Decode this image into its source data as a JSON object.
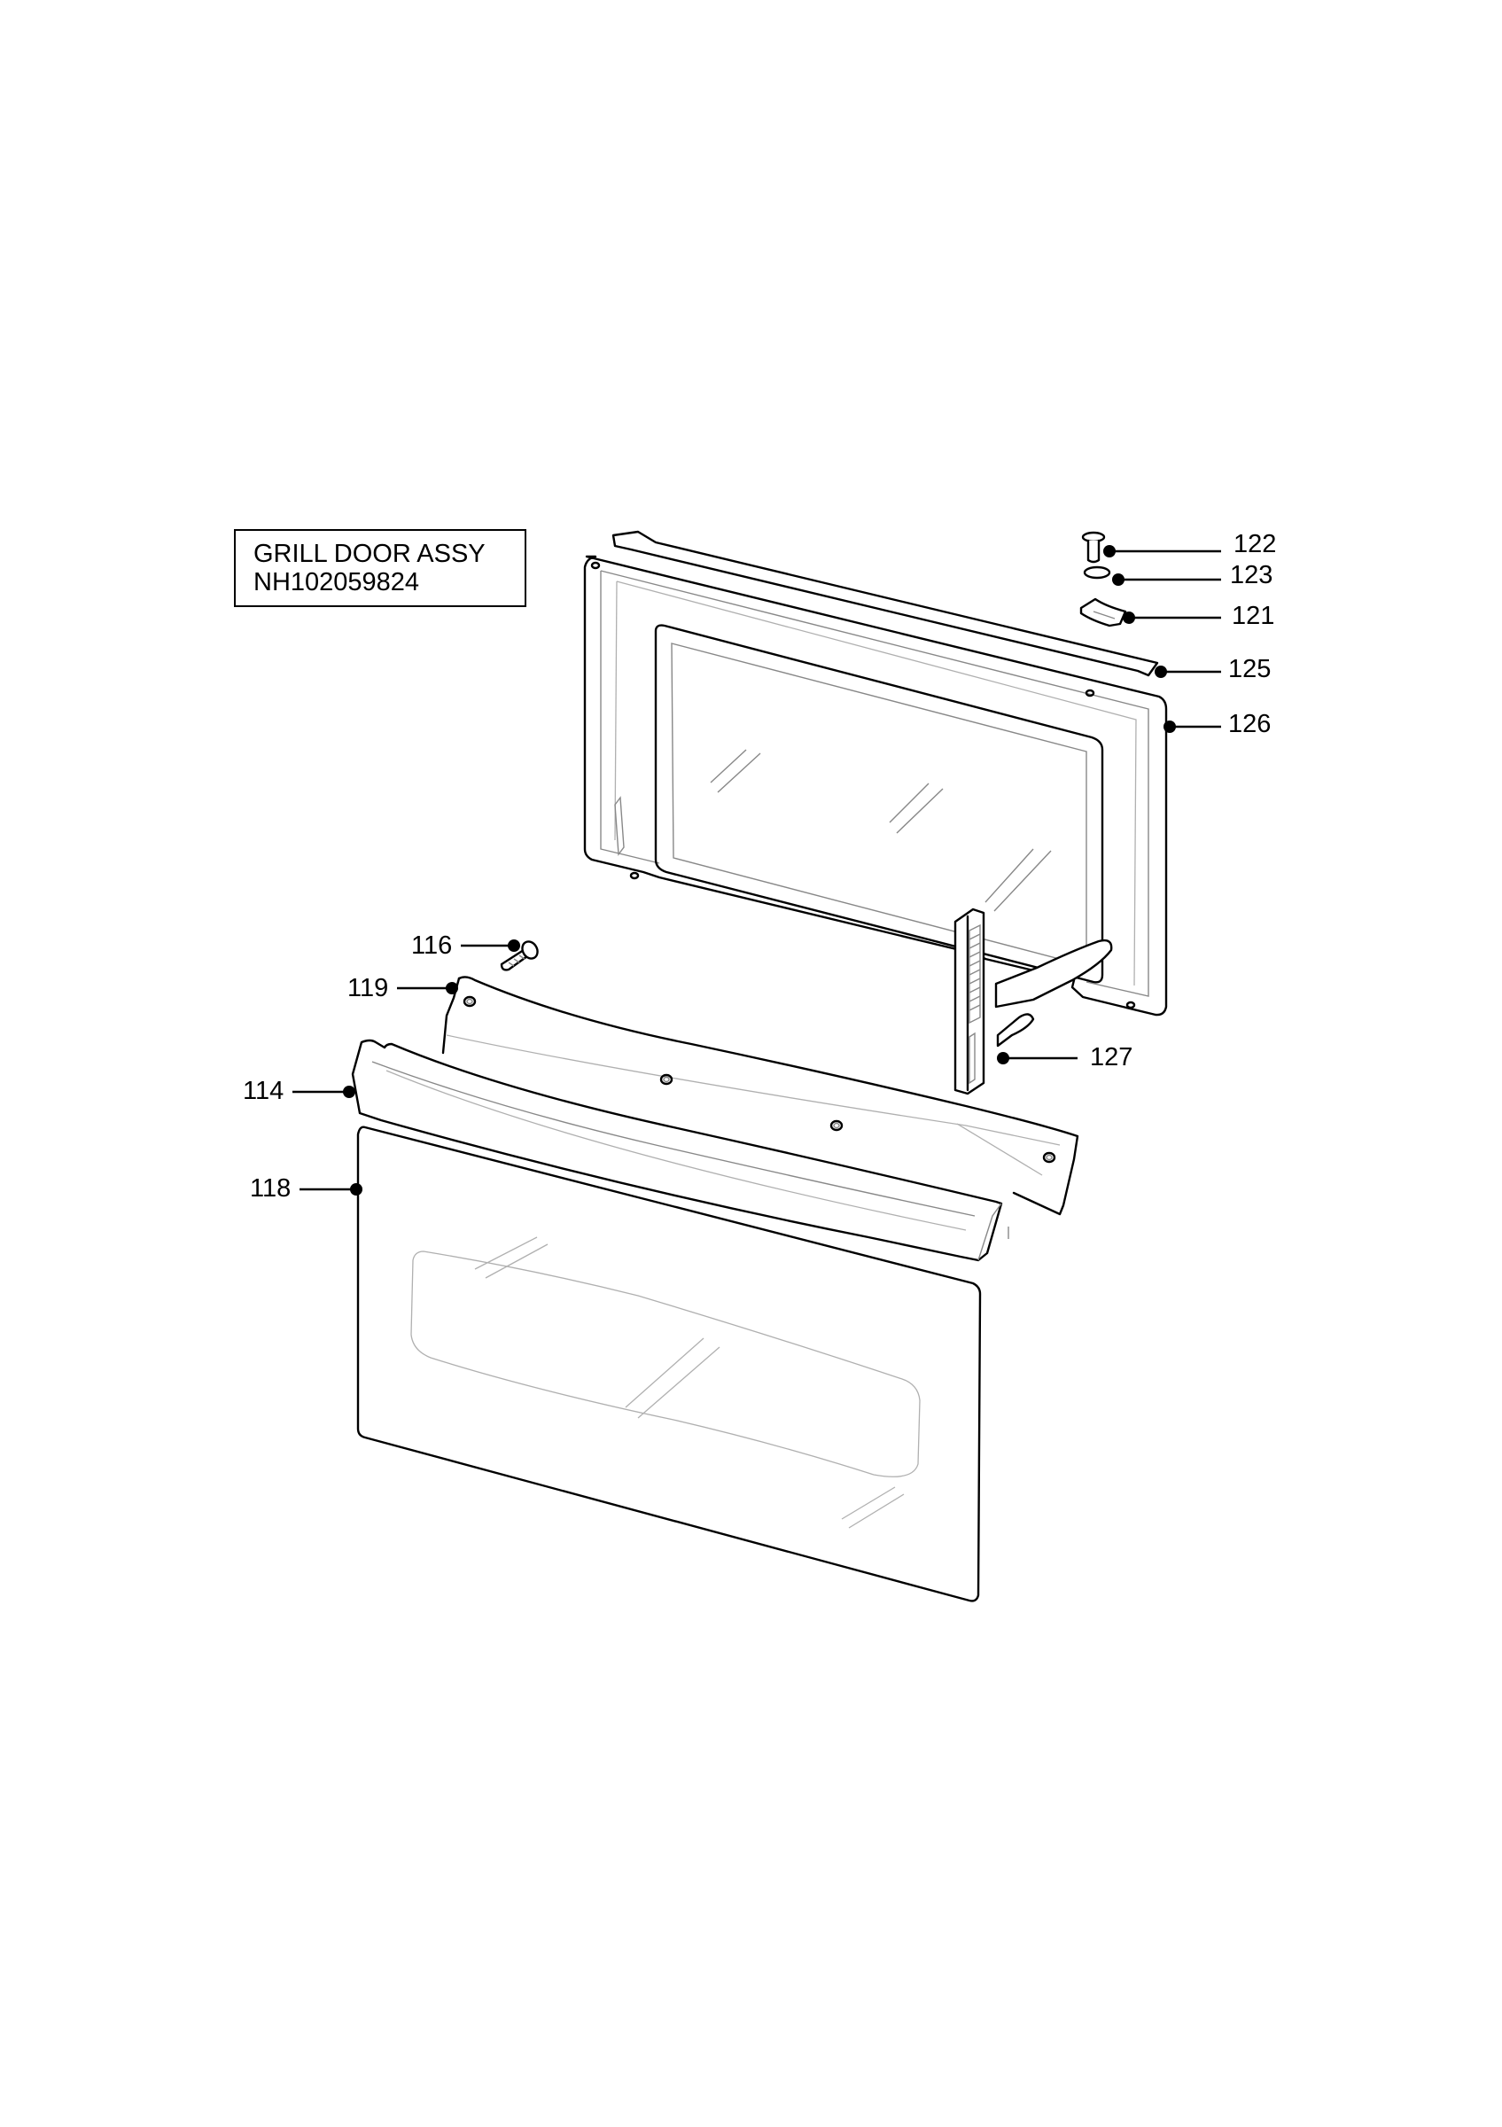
{
  "assembly": {
    "title": "GRILL DOOR ASSY",
    "code": "NH102059824"
  },
  "callouts": [
    {
      "id": "c122",
      "label": "122"
    },
    {
      "id": "c123",
      "label": "123"
    },
    {
      "id": "c121",
      "label": "121"
    },
    {
      "id": "c125",
      "label": "125"
    },
    {
      "id": "c126",
      "label": "126"
    },
    {
      "id": "c116",
      "label": "116"
    },
    {
      "id": "c119",
      "label": "119"
    },
    {
      "id": "c127",
      "label": "127"
    },
    {
      "id": "c114",
      "label": "114"
    },
    {
      "id": "c118",
      "label": "118"
    }
  ]
}
